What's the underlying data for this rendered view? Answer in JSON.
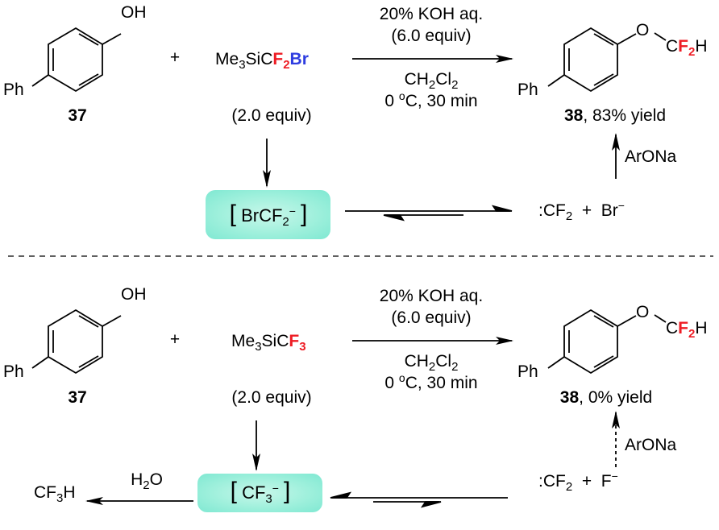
{
  "colors": {
    "fluorine": "#ee1c24",
    "bromine": "#2e3de0",
    "intermediate_box": "#8fedd6"
  },
  "top": {
    "substrate": {
      "substituent": "Ph",
      "group": "OH",
      "label": "37"
    },
    "plus": "+",
    "reagent": {
      "prefix": "Me",
      "sub1": "3",
      "mid": "SiC",
      "f": "F",
      "f_sub": "2",
      "br": "Br",
      "equiv": "(2.0 equiv)"
    },
    "conditions": {
      "line1": "20% KOH aq.",
      "line2": "(6.0 equiv)",
      "solvent_prefix": "CH",
      "solvent_sub1": "2",
      "solvent_mid": "Cl",
      "solvent_sub2": "2",
      "temp_prefix": "0 ",
      "temp_sup": "o",
      "temp_suffix": "C, 30 min"
    },
    "product": {
      "substituent": "Ph",
      "o": "O",
      "c": "C",
      "f": "F",
      "f_sub": "2",
      "h": "H",
      "label": "38",
      "yield": ", 83% yield"
    },
    "intermediate": {
      "open": "[",
      "text": "BrCF",
      "sub": "2",
      "sup": "−",
      "close": "]"
    },
    "carbene": {
      "text": ":CF",
      "sub": "2",
      "plus": "+",
      "ion": "Br",
      "ion_sup": "−"
    },
    "trap": "ArONa"
  },
  "bottom": {
    "substrate": {
      "substituent": "Ph",
      "group": "OH",
      "label": "37"
    },
    "plus": "+",
    "reagent": {
      "prefix": "Me",
      "sub1": "3",
      "mid": "SiC",
      "f": "F",
      "f_sub": "3",
      "equiv": "(2.0 equiv)"
    },
    "conditions": {
      "line1": "20% KOH aq.",
      "line2": "(6.0 equiv)",
      "solvent_prefix": "CH",
      "solvent_sub1": "2",
      "solvent_mid": "Cl",
      "solvent_sub2": "2",
      "temp_prefix": "0 ",
      "temp_sup": "o",
      "temp_suffix": "C, 30 min"
    },
    "product": {
      "substituent": "Ph",
      "o": "O",
      "c": "C",
      "f": "F",
      "f_sub": "2",
      "h": "H",
      "label": "38",
      "yield": ", 0% yield"
    },
    "intermediate": {
      "open": "[",
      "text": "CF",
      "sub": "3",
      "sup": "−",
      "close": "]"
    },
    "carbene": {
      "text": ":CF",
      "sub": "2",
      "plus": "+",
      "ion": "F",
      "ion_sup": "−"
    },
    "trap": "ArONa",
    "hydrolysis": {
      "reagent_prefix": "H",
      "reagent_sub": "2",
      "reagent_suffix": "O",
      "product_prefix": "CF",
      "product_sub": "3",
      "product_suffix": "H"
    }
  }
}
